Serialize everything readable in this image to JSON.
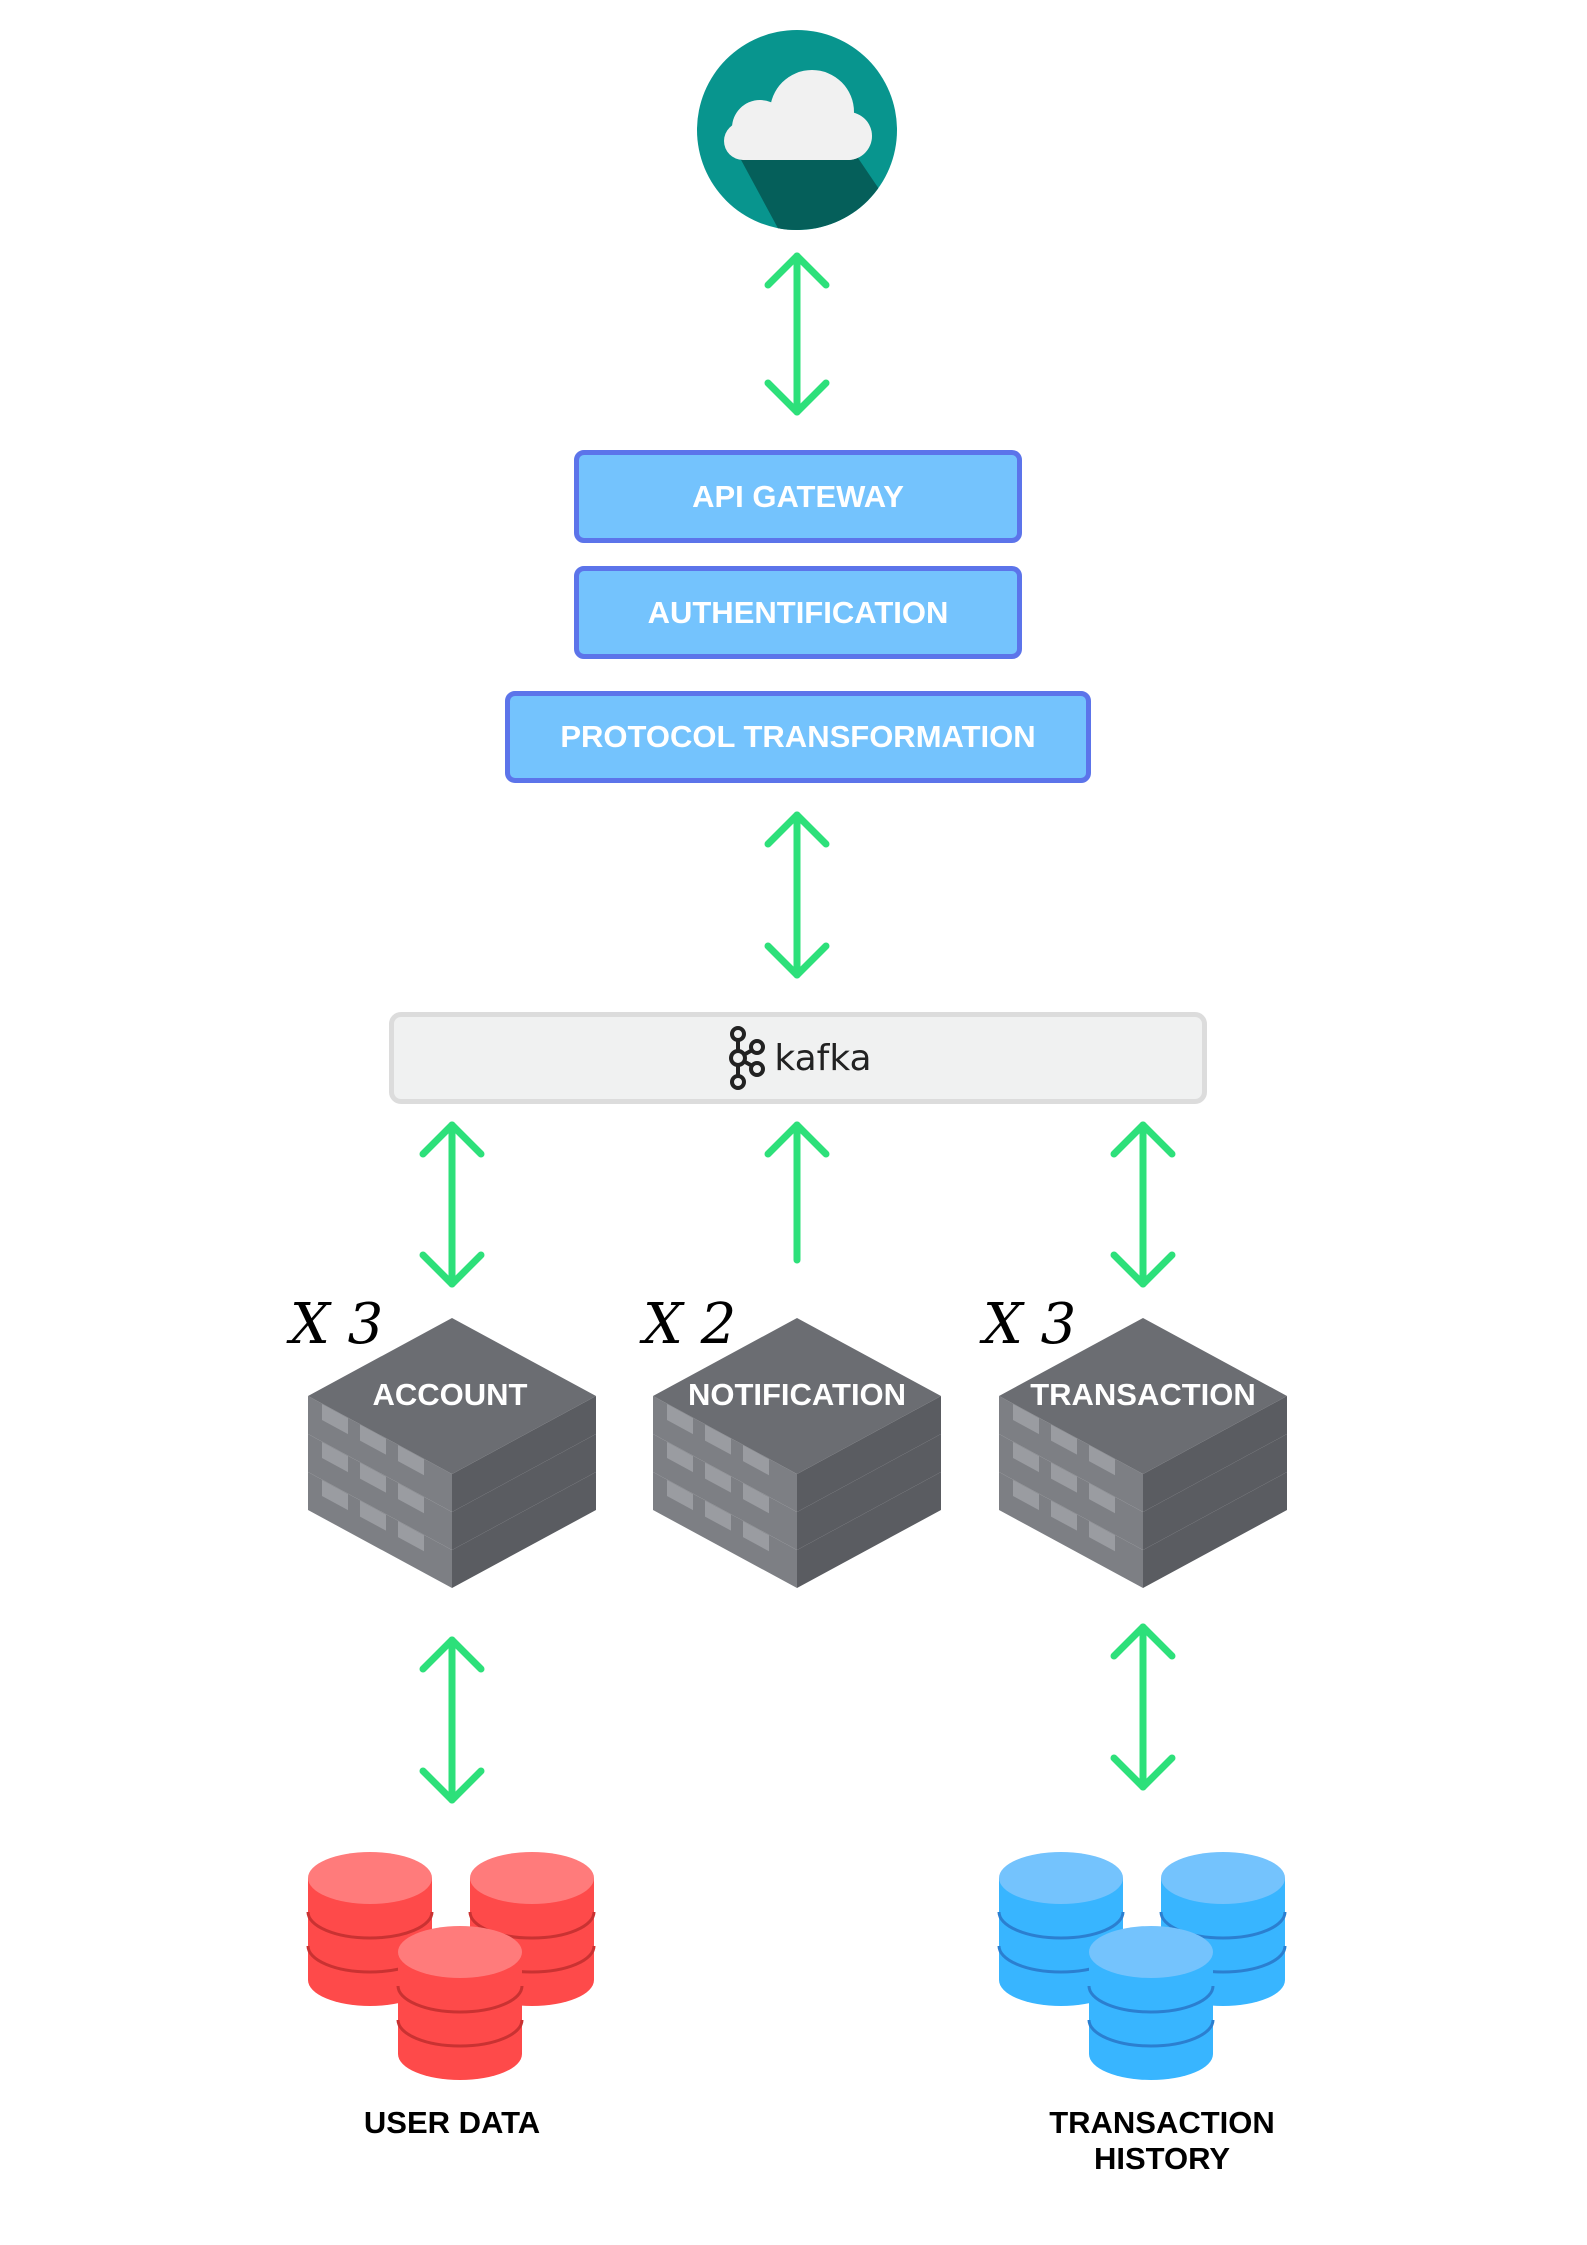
{
  "gateway_stack": {
    "api_gateway": "API GATEWAY",
    "authentication": "AUTHENTIFICATION",
    "protocol_transformation": "PROTOCOL TRANSFORMATION"
  },
  "broker": {
    "label": "kafka"
  },
  "services": [
    {
      "name": "ACCOUNT",
      "replicas": "X 3"
    },
    {
      "name": "NOTIFICATION",
      "replicas": "X 2"
    },
    {
      "name": "TRANSACTION",
      "replicas": "X 3"
    }
  ],
  "databases": [
    {
      "label_line1": "USER DATA",
      "label_line2": "",
      "color": "#fe4a4a"
    },
    {
      "label_line1": "TRANSACTION",
      "label_line2": "HISTORY",
      "color": "#38b5ff"
    }
  ],
  "colors": {
    "arrow": "#2de07a",
    "cloud_circle": "#08958e",
    "box_fill": "#74c3fd",
    "box_border": "#5c74ea",
    "server_gray": "#6b6d72"
  },
  "icons": [
    "cloud-icon",
    "kafka-logo-icon",
    "server-stack-icon",
    "database-cylinders-icon"
  ]
}
